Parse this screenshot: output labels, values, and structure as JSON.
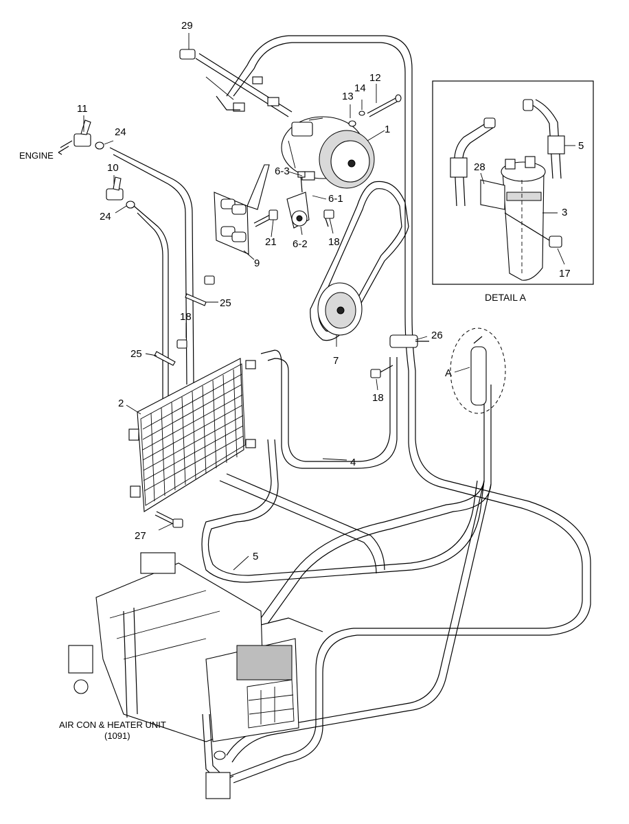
{
  "callouts": {
    "c1": "1",
    "c2": "2",
    "c3": "3",
    "c4": "4",
    "c5_detail": "5",
    "c5_main": "5",
    "c6_1": "6-1",
    "c6_2": "6-2",
    "c6_3": "6-3",
    "c7": "7",
    "c9": "9",
    "c10": "10",
    "c11": "11",
    "c12": "12",
    "c13": "13",
    "c14": "14",
    "c17": "17",
    "c18_a": "18",
    "c18_b": "18",
    "c18_c": "18",
    "c21": "21",
    "c24_a": "24",
    "c24_b": "24",
    "c25_a": "25",
    "c25_b": "25",
    "c26": "26",
    "c27": "27",
    "c28": "28",
    "c29": "29",
    "a_marker": "A"
  },
  "labels": {
    "engine": "ENGINE",
    "detail_a": "DETAIL A",
    "unit_line1": "AIR CON & HEATER UNIT",
    "unit_line2": "(1091)"
  }
}
